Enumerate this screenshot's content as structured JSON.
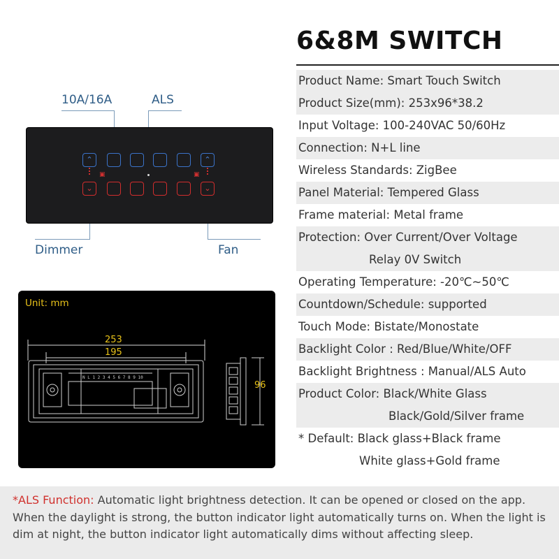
{
  "title": "6&8M SWITCH",
  "specs": [
    "Product Name: Smart Touch Switch",
    "Product Size(mm): 253x96*38.2",
    "Input Voltage: 100-240VAC 50/60Hz",
    "Connection: N+L line",
    "Wireless Standards:  ZigBee",
    "Panel Material: Tempered Glass",
    "Frame material: Metal frame",
    "Protection: Over Current/Over Voltage",
    "Relay 0V Switch",
    "Operating Temperature: -20℃~50℃",
    "Countdown/Schedule: supported",
    "Touch Mode: Bistate/Monostate",
    "Backlight Color : Red/Blue/White/OFF",
    "Backlight Brightness : Manual/ALS Auto",
    "Product Color: Black/White Glass",
    "Black/Gold/Silver frame",
    "* Default: Black glass+Black frame",
    "White glass+Gold frame"
  ],
  "panel_labels": {
    "rating": "10A/16A",
    "als": "ALS",
    "dimmer": "Dimmer",
    "fan": "Fan"
  },
  "dimensions": {
    "unit_label": "Unit: mm",
    "width_total": "253",
    "width_inner": "195",
    "height": "96"
  },
  "als_note": {
    "label": "*ALS Function:",
    "text": " Automatic light brightness detection. It can be opened or closed on the app. When the daylight is strong, the button indicator light automatically turns on. When the light is dim at night, the button indicator light automatically dims without affecting sleep."
  },
  "colors": {
    "blue_backlight": "#3b73c9",
    "red_backlight": "#d12d2d",
    "dimension_yellow": "#e8c21a",
    "label_blue": "#2f5d87"
  }
}
